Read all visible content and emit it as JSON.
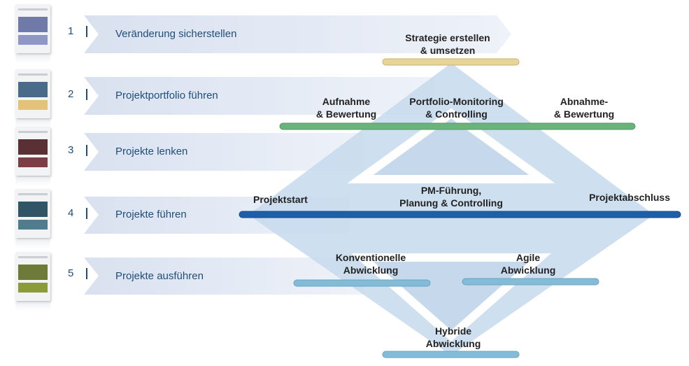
{
  "rows": [
    {
      "number": "1",
      "label": "Veränderung sicherstellen",
      "book_color": "#8e97c8"
    },
    {
      "number": "2",
      "label": "Projektportfolio führen",
      "book_color": "#e3c27a"
    },
    {
      "number": "3",
      "label": "Projekte lenken",
      "book_color": "#7a3e45"
    },
    {
      "number": "4",
      "label": "Projekte führen",
      "book_color": "#4f7d8e"
    },
    {
      "number": "5",
      "label": "Projekte ausführen",
      "book_color": "#8c9a3a"
    }
  ],
  "nodes": {
    "strategie": "Strategie erstellen\n& umsetzen",
    "aufnahme": "Aufnahme\n& Bewertung",
    "portfolio_monitoring": "Portfolio-Monitoring\n& Controlling",
    "abnahme": "Abnahme-\n& Bewertung",
    "projektstart": "Projektstart",
    "pm_fuehrung": "PM-Führung,\nPlanung & Controlling",
    "projektabschluss": "Projektabschluss",
    "konventionell": "Konventionelle\nAbwicklung",
    "agile": "Agile\nAbwicklung",
    "hybride": "Hybride\nAbwicklung"
  },
  "colors": {
    "arrow": "#e3e9f4",
    "diamond": "#c6d9ec",
    "strategie_bar": "#e8d49a",
    "portfolio_bar": "#6ab47b",
    "projekte_bar": "#1f5fa8",
    "abwicklung_bar": "#84bcd8",
    "text_blue": "#1f4e79"
  }
}
